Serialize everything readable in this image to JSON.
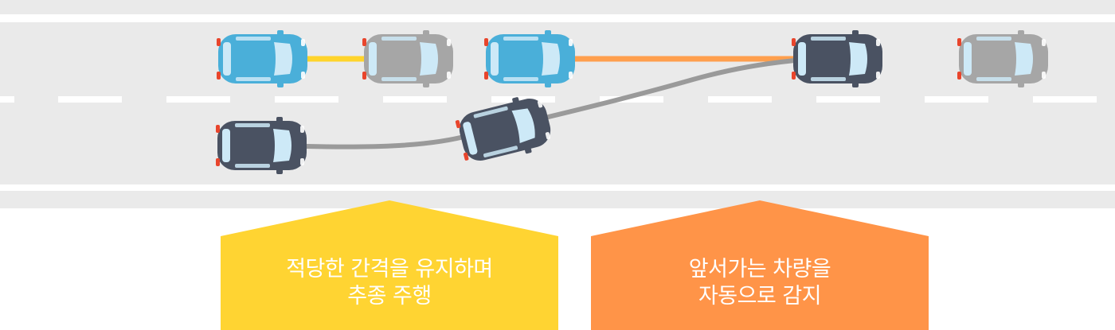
{
  "colors": {
    "road": "#eaeaea",
    "lane_line": "#ffffff",
    "car_blue": "#4aafd9",
    "car_gray": "#a6a6a6",
    "car_dark": "#4a5262",
    "window": "#cde9f7",
    "gap_line_yellow": "#ffd42c",
    "sensor_line_orange": "#ff9f4d",
    "path_line_gray": "#9a9a9a",
    "callout_yellow": "#ffd432",
    "callout_orange": "#ff9448"
  },
  "callouts": [
    {
      "id": "keep-distance",
      "lines": [
        "적당한 간격을 유지하며",
        "추종 주행"
      ],
      "color": "#ffd432"
    },
    {
      "id": "auto-detect",
      "lines": [
        "앞서가는 차량을",
        "자동으로 감지"
      ],
      "color": "#ff9448"
    }
  ],
  "cars": [
    {
      "id": "blue-follow",
      "color": "blue",
      "lane": "top"
    },
    {
      "id": "gray-lead",
      "color": "gray",
      "lane": "top"
    },
    {
      "id": "blue-second",
      "color": "blue",
      "lane": "top"
    },
    {
      "id": "dark-target",
      "color": "dark",
      "lane": "top"
    },
    {
      "id": "gray-far",
      "color": "gray",
      "lane": "top"
    },
    {
      "id": "dark-bottom-start",
      "color": "dark",
      "lane": "bottom"
    },
    {
      "id": "dark-merging",
      "color": "dark",
      "lane": "bottom"
    }
  ],
  "icons": [
    "car-icon"
  ]
}
